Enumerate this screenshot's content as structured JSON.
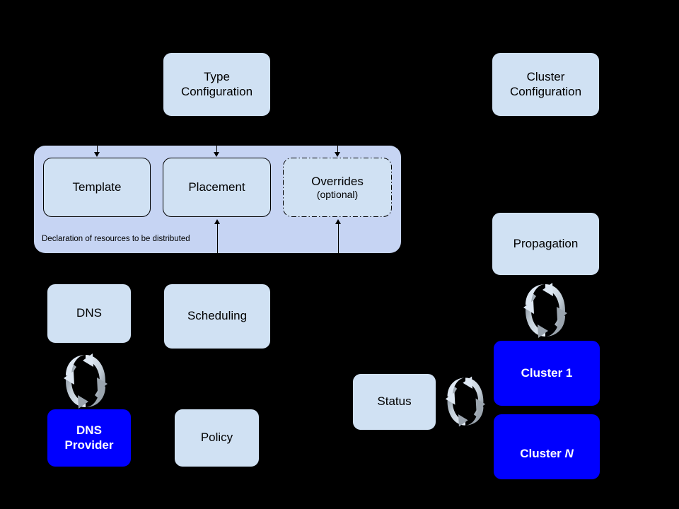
{
  "diagram": {
    "title": "Kubernetes Federation / KubeFed architecture concepts",
    "background_color": "#000000",
    "palette": {
      "node_fill": "#d0e1f3",
      "node_stroke": "#000000",
      "group_fill": "#c6d4f3",
      "cluster_fill": "#0000ff",
      "cluster_text": "#ffffff",
      "sync_icon_light": "#dce7f5",
      "sync_icon_dark": "#8a949e"
    },
    "nodes": {
      "type_configuration": {
        "label": "Type\nConfiguration"
      },
      "cluster_configuration": {
        "label": "Cluster\nConfiguration"
      },
      "template": {
        "label": "Template"
      },
      "placement": {
        "label": "Placement"
      },
      "overrides": {
        "label": "Overrides",
        "sublabel": "(optional)",
        "border_style": "dash-dot"
      },
      "group_caption": {
        "label": "Declaration of resources to be distributed"
      },
      "dns": {
        "label": "DNS"
      },
      "dns_provider": {
        "label": "DNS\nProvider",
        "emphasis": "filled-blue"
      },
      "scheduling": {
        "label": "Scheduling"
      },
      "policy": {
        "label": "Policy"
      },
      "propagation": {
        "label": "Propagation"
      },
      "status": {
        "label": "Status"
      },
      "cluster_1": {
        "label": "Cluster 1",
        "emphasis": "filled-blue"
      },
      "cluster_n": {
        "label_prefix": "Cluster ",
        "label_italic": "N",
        "emphasis": "filled-blue"
      }
    },
    "connectors": {
      "type_config_to_template": {
        "kind": "arrow",
        "direction": "down"
      },
      "type_config_to_placement": {
        "kind": "arrow",
        "direction": "down"
      },
      "type_config_to_overrides": {
        "kind": "arrow",
        "direction": "down"
      },
      "scheduling_to_placement": {
        "kind": "arrow",
        "direction": "up"
      },
      "policy_to_overrides": {
        "kind": "arrow",
        "direction": "up"
      },
      "dns_to_dns_provider": {
        "kind": "sync",
        "label": "bidirectional-sync"
      },
      "propagation_to_cluster_1": {
        "kind": "sync",
        "label": "bidirectional-sync"
      },
      "status_to_clusters": {
        "kind": "sync",
        "label": "bidirectional-sync"
      },
      "clusters_left_sync": {
        "kind": "sync",
        "label": "bidirectional-sync"
      }
    }
  }
}
